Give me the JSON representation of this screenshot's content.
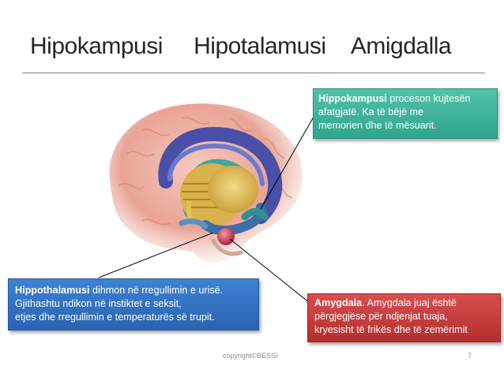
{
  "title": {
    "word1": "Hipokampusi",
    "word2": "Hipotalamusi",
    "word3": "Amigdalla"
  },
  "boxes": {
    "hippocampus": {
      "bold": "Hippokampusi",
      "line1": " proceson kujtesën",
      "line2": "afatgjatë. Ka të bëjë me",
      "line3": "memorien dhe të mësuarit.",
      "color": "#3fb49a"
    },
    "hypothalamus": {
      "bold": "Hippothalamusi",
      "line1": " dihmon në rregullimin e urisë.",
      "line2": "Gjithashtu ndikon në instiktet e seksit,",
      "line3": "etjes dhe rregullimin e temperaturës së trupit.",
      "color": "#3574c6"
    },
    "amygdala": {
      "bold": "Amygdala",
      "line1": ". Amygdala juaj është",
      "line2": "përgjegjëse për ndjenjat tuaja,",
      "line3": "kryesisht të frikës dhe të zemërimit",
      "color": "#c83c3c"
    }
  },
  "illustration": {
    "icon": "brain-illustration"
  },
  "footer": {
    "copyright": "copyright©BESSI",
    "page": "7"
  }
}
